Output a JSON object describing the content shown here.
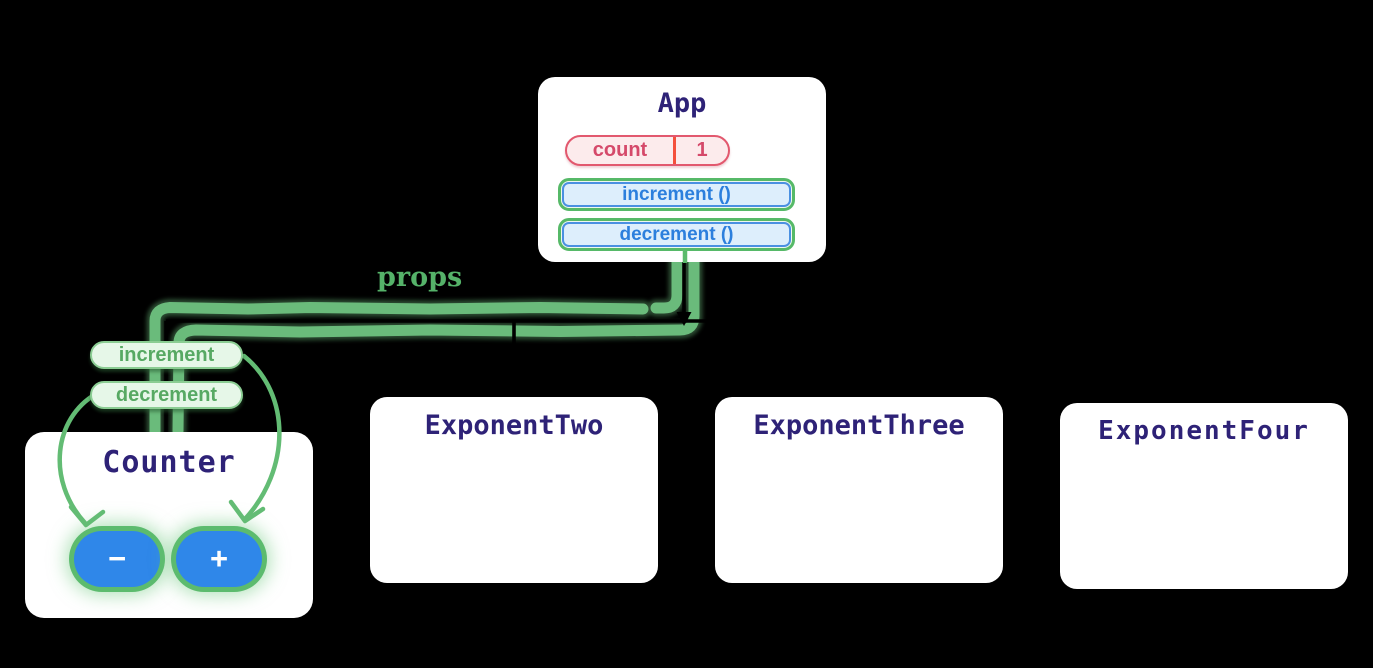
{
  "diagram": {
    "app": {
      "title": "App",
      "state_pill": {
        "name": "count",
        "value": "1"
      },
      "methods": [
        {
          "label": "increment ()"
        },
        {
          "label": "decrement ()"
        }
      ]
    },
    "props_label": "props",
    "counter": {
      "title": "Counter",
      "prop_pills": [
        {
          "label": "increment"
        },
        {
          "label": "decrement"
        }
      ],
      "buttons": [
        {
          "label": "−"
        },
        {
          "label": "+"
        }
      ]
    },
    "siblings": [
      {
        "title": "ExponentTwo"
      },
      {
        "title": "ExponentThree"
      },
      {
        "title": "ExponentFour"
      }
    ]
  },
  "colors": {
    "background": "#000000",
    "card": "#ffffff",
    "title_indigo": "#2e2277",
    "highlight_green": "#6ec17f",
    "pill_green_border": "#8bcd93",
    "pill_green_text": "#57a963",
    "props_green": "#55b269",
    "arrow_green": "#63bc74",
    "blue_button": "#2f87e9",
    "blue_border": "#4a90e2",
    "blue_text": "#2c7fdd",
    "rose_text": "#d5496a",
    "rose_border": "#e2586e",
    "rose_bg": "#fcebec",
    "divider_red": "#f4503c",
    "connector_black": "#000000"
  }
}
